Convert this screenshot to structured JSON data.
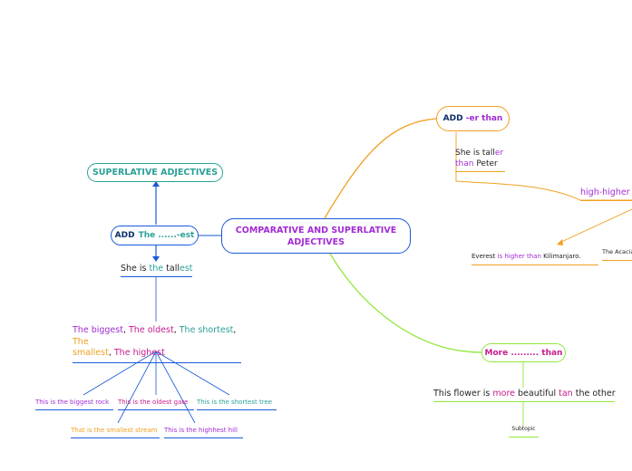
{
  "colors": {
    "blue": "#1a5ad8",
    "navy": "#0d2d6b",
    "teal": "#2aa198",
    "purple": "#a22bd6",
    "magenta": "#c61a8e",
    "orange": "#f0a020",
    "green": "#8fe83a",
    "dark": "#222222"
  },
  "central": {
    "line1": "COMPARATIVE AND SUPERLATIVE",
    "line2": "ADJECTIVES"
  },
  "superlative": {
    "title": "SUPERLATIVE ADJECTIVES",
    "add_a": "ADD",
    "add_b": "The ......-est",
    "sentence_a": "She is ",
    "sentence_b": "the",
    "sentence_c": " tall",
    "sentence_d": "est",
    "examples": {
      "w1": "The biggest",
      "s1": ", ",
      "w2": "The oldest",
      "s2": ", ",
      "w3": "The shortest",
      "s3": ", ",
      "w4": "The",
      "w4b": "smallest",
      "s4": ", ",
      "w5": "The highest"
    },
    "leaves": {
      "rock": "This is the biggest rock",
      "gate": "This is the oldest gate",
      "tree": "This is the shortest tree",
      "stream": "That is the smallest stream",
      "hill": "This is the highhest hill"
    }
  },
  "comparative": {
    "add_a": "ADD",
    "add_b": " -er than",
    "sent_a": "She is tall",
    "sent_b": "er",
    "sent_c": "than",
    "sent_d": " Peter",
    "high": "high-higher",
    "everest_a": "Everest ",
    "everest_b": "is higher than",
    "everest_c": " Kilimanjaro.",
    "acacia": "The Acacia",
    "more_a": "More",
    "more_b": " ......... ",
    "more_c": "than",
    "flower_a": "This flower is ",
    "flower_b": "more",
    "flower_c": " beautiful ",
    "flower_d": "tan",
    "flower_e": " the other",
    "subtopic": "Subtopic"
  }
}
